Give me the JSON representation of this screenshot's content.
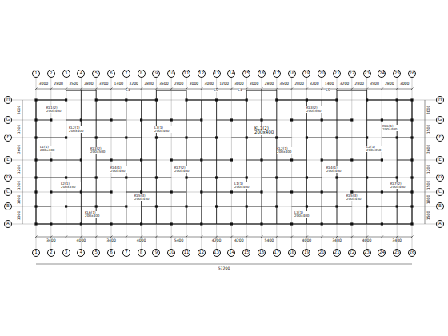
{
  "diagram": {
    "nodes": [
      {
        "text": [
          "1"
        ]
      },
      {
        "text": [
          "2"
        ]
      },
      {
        "text": [
          "3"
        ]
      },
      {
        "text": [
          "4"
        ]
      },
      {
        "text": [
          "5"
        ]
      },
      {
        "text": [
          "6"
        ]
      },
      {
        "text": [
          "7"
        ]
      },
      {
        "text": [
          "8"
        ]
      },
      {
        "text": [
          "9"
        ]
      },
      {
        "text": [
          "10"
        ]
      },
      {
        "text": [
          "11"
        ]
      },
      {
        "text": [
          "12"
        ]
      },
      {
        "text": [
          "13"
        ]
      },
      {
        "text": [
          "14"
        ]
      },
      {
        "text": [
          "15"
        ]
      },
      {
        "text": [
          "16"
        ]
      },
      {
        "text": [
          "17"
        ]
      },
      {
        "text": [
          "18"
        ]
      },
      {
        "text": [
          "19"
        ]
      },
      {
        "text": [
          "20"
        ]
      },
      {
        "text": [
          "21"
        ]
      },
      {
        "text": [
          "22"
        ]
      },
      {
        "text": [
          "23"
        ]
      },
      {
        "text": [
          "24"
        ]
      },
      {
        "text": [
          "25"
        ]
      },
      {
        "text": [
          "26"
        ]
      },
      {
        "text": [
          "1"
        ]
      },
      {
        "text": [
          "2"
        ]
      },
      {
        "text": [
          "3"
        ]
      },
      {
        "text": [
          "4"
        ]
      },
      {
        "text": [
          "5"
        ]
      },
      {
        "text": [
          "6"
        ]
      },
      {
        "text": [
          "7"
        ]
      },
      {
        "text": [
          "8"
        ]
      },
      {
        "text": [
          "9"
        ]
      },
      {
        "text": [
          "10"
        ]
      },
      {
        "text": [
          "11"
        ]
      },
      {
        "text": [
          "12"
        ]
      },
      {
        "text": [
          "13"
        ]
      },
      {
        "text": [
          "14"
        ]
      },
      {
        "text": [
          "15"
        ]
      },
      {
        "text": [
          "16"
        ]
      },
      {
        "text": [
          "17"
        ]
      },
      {
        "text": [
          "18"
        ]
      },
      {
        "text": [
          "19"
        ]
      },
      {
        "text": [
          "20"
        ]
      },
      {
        "text": [
          "21"
        ]
      },
      {
        "text": [
          "22"
        ]
      },
      {
        "text": [
          "23"
        ]
      },
      {
        "text": [
          "24"
        ]
      },
      {
        "text": [
          "25"
        ]
      },
      {
        "text": [
          "26"
        ]
      },
      {
        "text": [
          "H"
        ]
      },
      {
        "text": [
          "G"
        ]
      },
      {
        "text": [
          "F"
        ]
      },
      {
        "text": [
          "E"
        ]
      },
      {
        "text": [
          "D"
        ]
      },
      {
        "text": [
          "C"
        ]
      },
      {
        "text": [
          "B"
        ]
      },
      {
        "text": [
          "A"
        ]
      },
      {
        "text": [
          "H"
        ]
      },
      {
        "text": [
          "G"
        ]
      },
      {
        "text": [
          "F"
        ]
      },
      {
        "text": [
          "E"
        ]
      },
      {
        "text": [
          "D"
        ]
      },
      {
        "text": [
          "C"
        ]
      },
      {
        "text": [
          "B"
        ]
      },
      {
        "text": [
          "A"
        ]
      }
    ],
    "labels": [
      "3000",
      "2800",
      "3500",
      "2800",
      "3200",
      "1400",
      "3200",
      "2800",
      "3500",
      "2800",
      "3000",
      "3000",
      "1200",
      "3000",
      "3000",
      "2800",
      "3500",
      "2800",
      "3200",
      "1400",
      "3200",
      "2800",
      "3500",
      "2800",
      "3000",
      "3400",
      "4000",
      "3400",
      "4000",
      "5400",
      "4200",
      "4200",
      "5400",
      "4000",
      "3400",
      "4000",
      "3400",
      "3000",
      "1500",
      "3600",
      "1200",
      "1500",
      "1800",
      "1500",
      "3000",
      "1500",
      "3600",
      "1200",
      "1500",
      "1800",
      "1500",
      "57200",
      "KL1(2) 200x400",
      "KL2(1) 200x400",
      "L1(1) 200x400",
      "KL3(2) 200x500",
      "KL4(1) 200x400",
      "L2(1) 200x350",
      "KL5(3) 200x450",
      "KL6(1) 200x400",
      "L3(1) 200x400",
      "KL7(2) 200x400",
      "KL1(2) 200x400",
      "KL2(1) 200x400",
      "L1(1) 200x400",
      "KL3(2) 200x500",
      "KL4(1) 200x400",
      "L2(1) 200x350",
      "KL5(3) 200x450",
      "KL6(1) 200x400",
      "L3(1) 200x400",
      "KL7(2) 200x400",
      "L4",
      "L5",
      "L4",
      "L5"
    ]
  }
}
